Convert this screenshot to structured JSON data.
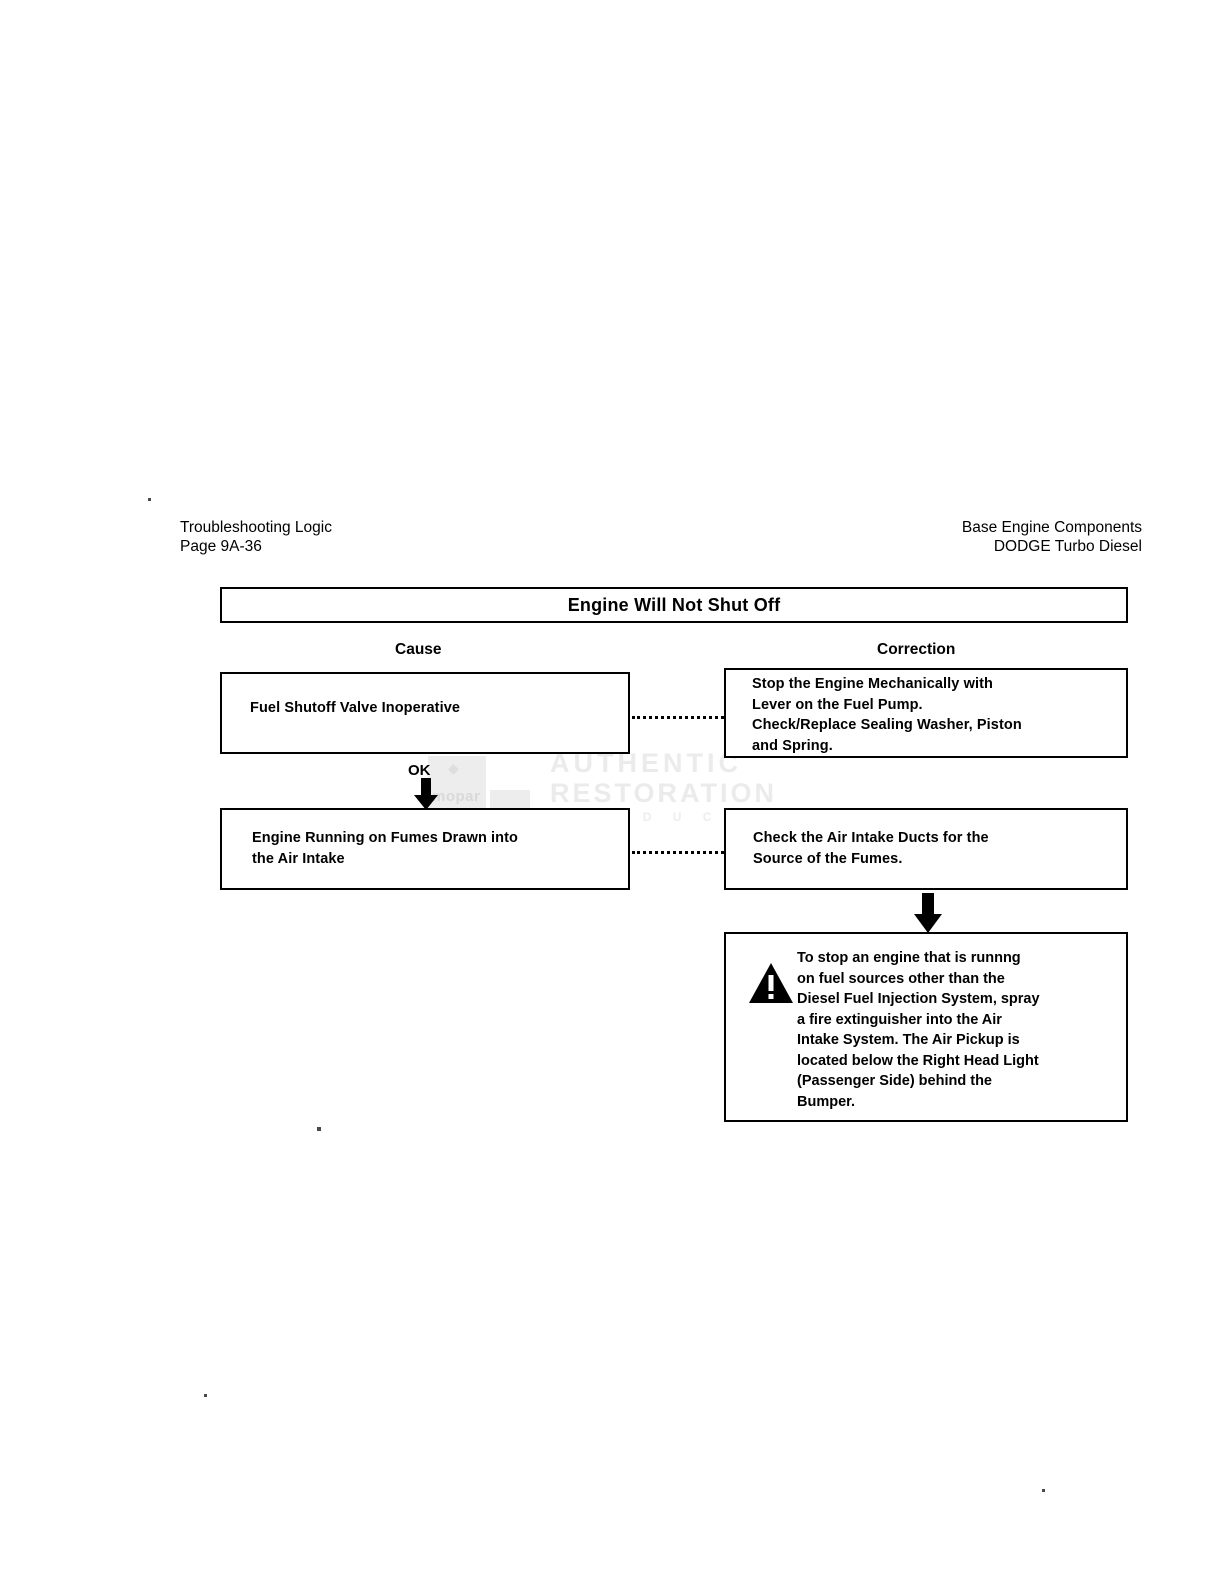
{
  "header": {
    "left": "Troubleshooting Logic\nPage 9A-36",
    "right": "Base Engine Components\nDODGE Turbo Diesel"
  },
  "title_bar": {
    "text": "Engine Will Not Shut Off"
  },
  "columns": {
    "cause_label": "Cause",
    "correction_label": "Correction"
  },
  "flow": {
    "rows": [
      {
        "cause": "Fuel Shutoff Valve Inoperative",
        "correction": "Stop the Engine Mechanically with\nLever on the Fuel Pump.\nCheck/Replace Sealing Washer, Piston\nand Spring.",
        "next_label": "OK"
      },
      {
        "cause": "Engine Running on Fumes Drawn into\nthe Air Intake",
        "correction": "Check the Air Intake Ducts for the\nSource of the Fumes."
      }
    ],
    "warning": {
      "icon": "warning-triangle-icon",
      "text": "To stop an engine that is runnng\non  fuel sources other than the\nDiesel Fuel Injection System, spray\na fire extinguisher into the Air\nIntake System. The Air Pickup is\nlocated below the Right Head Light\n(Passenger Side) behind the\nBumper."
    }
  },
  "watermark": {
    "brand": "mopar",
    "line1": "AUTHENTIC",
    "line2": "RESTORATION",
    "line3": "P R O D U C T"
  },
  "colors": {
    "ink": "#000000",
    "paper": "#ffffff",
    "watermark": "#ebebeb"
  }
}
